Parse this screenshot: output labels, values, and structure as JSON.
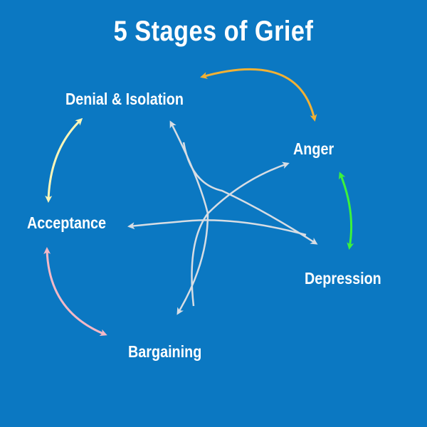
{
  "title": "5 Stages of Grief",
  "stages": {
    "denial": "Denial & Isolation",
    "anger": "Anger",
    "acceptance": "Acceptance",
    "depression": "Depression",
    "bargaining": "Bargaining"
  },
  "colors": {
    "background": "#0b78c2",
    "text": "#ffffff",
    "denial_anger_arrow": "#f2b134",
    "anger_depression_arrow": "#3cf23c",
    "acceptance_bargaining_arrow": "#f4b8c6",
    "acceptance_denial_arrow": "#fbf6b8",
    "cross_arrows": "#d7dde4"
  }
}
